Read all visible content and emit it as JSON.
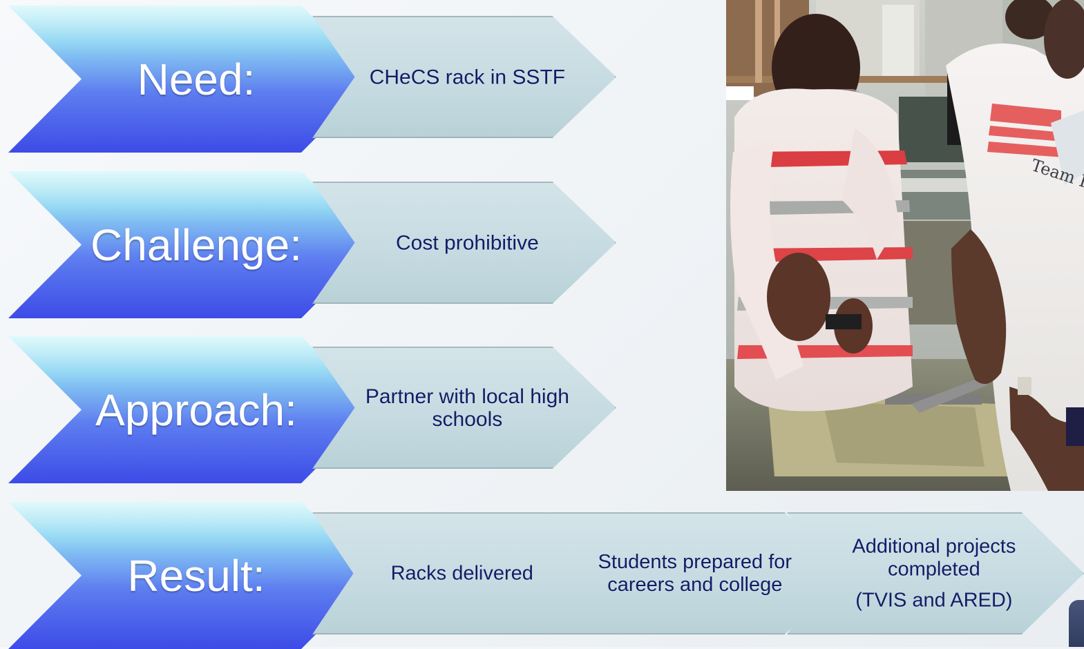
{
  "rows": [
    {
      "main": "Need:",
      "subs": [
        "CHeCS rack in SSTF"
      ]
    },
    {
      "main": "Challenge:",
      "subs": [
        "Cost prohibitive"
      ]
    },
    {
      "main": "Approach:",
      "subs": [
        "Partner with local high schools"
      ]
    },
    {
      "main": "Result:",
      "subs": [
        "Racks delivered",
        "Students prepared for careers and college",
        "Additional projects completed",
        "(TVIS and ARED)"
      ]
    }
  ],
  "photo": {
    "shirt_text": "Team Roc"
  },
  "colors": {
    "main_top": "#c7f5f6",
    "main_mid": "#5e7ff0",
    "main_bottom": "#3d4be7",
    "sub_fill": "#c5dbe1",
    "sub_text": "#111d66",
    "white": "#ffffff"
  }
}
